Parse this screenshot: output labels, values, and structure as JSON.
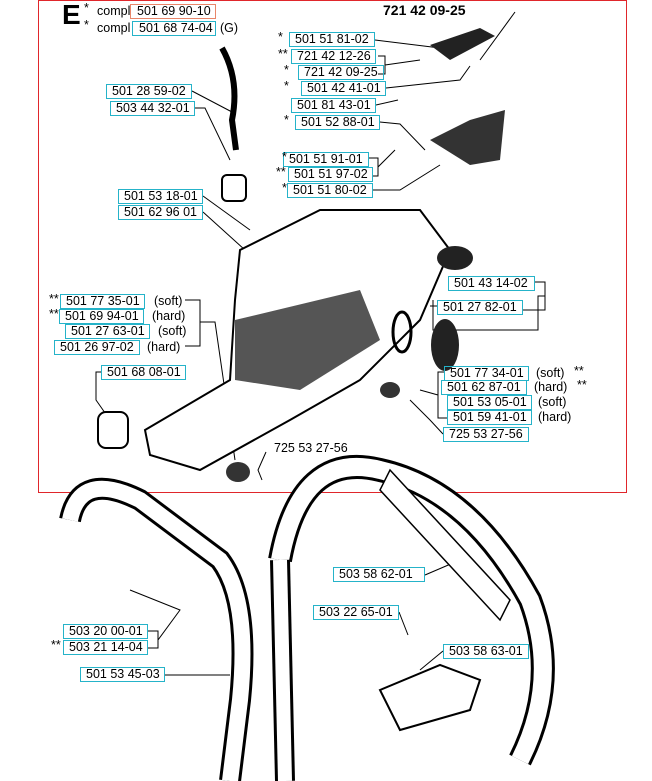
{
  "section_letter": "E",
  "header_part": "721 42 09-25",
  "compl": [
    {
      "mark": "*",
      "prefix": "compl",
      "part": "501 69 90-10",
      "note": ""
    },
    {
      "mark": "*",
      "prefix": "compl",
      "part": "501 68 74-04",
      "note": "(G)"
    }
  ],
  "parts": [
    {
      "mark": "*",
      "part": "501 51 81-02",
      "note": ""
    },
    {
      "mark": "**",
      "part": "721 42 12-26",
      "note": ""
    },
    {
      "mark": "*",
      "part": "721 42 09-25",
      "note": ""
    },
    {
      "mark": "*",
      "part": "501 42 41-01",
      "note": ""
    },
    {
      "mark": "",
      "part": "501 81 43-01",
      "note": ""
    },
    {
      "mark": "*",
      "part": "501 52 88-01",
      "note": ""
    },
    {
      "mark": "*",
      "part": "501 51 91-01",
      "note": ""
    },
    {
      "mark": "**",
      "part": "501 51 97-02",
      "note": ""
    },
    {
      "mark": "*",
      "part": "501 51 80-02",
      "note": ""
    },
    {
      "mark": "",
      "part": "501 28 59-02",
      "note": ""
    },
    {
      "mark": "",
      "part": "503 44 32-01",
      "note": ""
    },
    {
      "mark": "",
      "part": "501 53 18-01",
      "note": ""
    },
    {
      "mark": "",
      "part": "501 62 96 01",
      "note": ""
    },
    {
      "mark": "**",
      "part": "501 77 35-01",
      "note": "(soft)"
    },
    {
      "mark": "**",
      "part": "501 69 94-01",
      "note": "(hard)"
    },
    {
      "mark": "",
      "part": "501 27 63-01",
      "note": "(soft)"
    },
    {
      "mark": "",
      "part": "501 26 97-02",
      "note": "(hard)"
    },
    {
      "mark": "",
      "part": "501 68 08-01",
      "note": ""
    },
    {
      "mark": "",
      "part": "501 43 14-02",
      "note": ""
    },
    {
      "mark": "",
      "part": "501 27 82-01",
      "note": ""
    },
    {
      "mark": "**",
      "part": "501 77 34-01",
      "note": "(soft)"
    },
    {
      "mark": "**",
      "part": "501 62 87-01",
      "note": "(hard)"
    },
    {
      "mark": "",
      "part": "501 53 05-01",
      "note": "(soft)"
    },
    {
      "mark": "",
      "part": "501 59 41-01",
      "note": "(hard)"
    },
    {
      "mark": "",
      "part": "725 53 27-56",
      "note": ""
    },
    {
      "mark": "",
      "part": "725 53 27-56",
      "note": ""
    },
    {
      "mark": "",
      "part": "503 58 62-01",
      "note": ""
    },
    {
      "mark": "",
      "part": "503 22 65-01",
      "note": ""
    },
    {
      "mark": "",
      "part": "503 58 63-01",
      "note": ""
    },
    {
      "mark": "",
      "part": "503 20 00-01",
      "note": ""
    },
    {
      "mark": "**",
      "part": "503 21 14-04",
      "note": ""
    },
    {
      "mark": "",
      "part": "501 53 45-03",
      "note": ""
    }
  ]
}
